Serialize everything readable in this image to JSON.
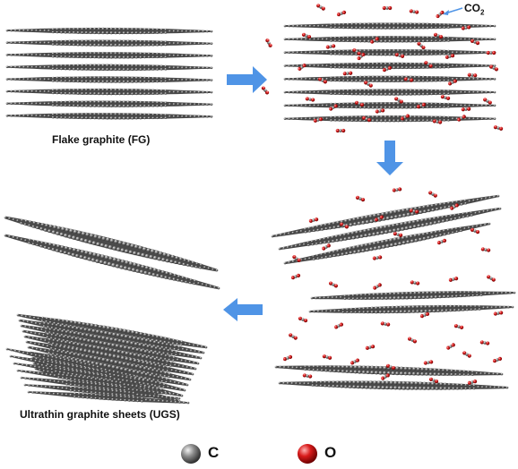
{
  "labels": {
    "flake_graphite": "Flake graphite (FG)",
    "ugs": "Ultrathin graphite sheets (UGS)",
    "co2_main": "CO",
    "co2_sub": "2",
    "legend_c": "C",
    "legend_o": "O"
  },
  "colors": {
    "carbon": "#6e6e6e",
    "carbon_dark": "#3a3a3a",
    "oxygen": "#d01818",
    "arrow": "#4f94e6",
    "text": "#111111"
  }
}
